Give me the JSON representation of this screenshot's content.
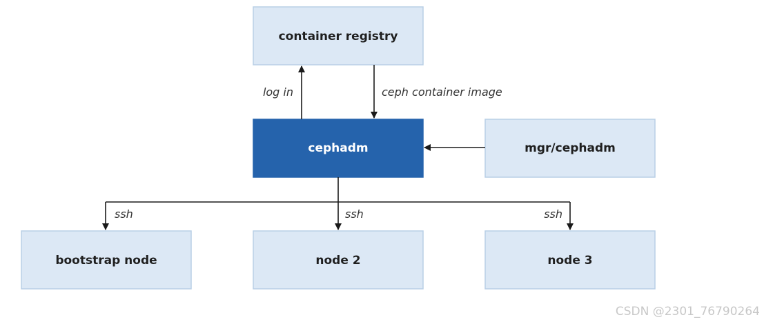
{
  "nodes": {
    "registry": {
      "label": "container registry"
    },
    "cephadm": {
      "label": "cephadm"
    },
    "mgr": {
      "label": "mgr/cephadm"
    },
    "bootstrap": {
      "label": "bootstrap node"
    },
    "node2": {
      "label": "node 2"
    },
    "node3": {
      "label": "node 3"
    }
  },
  "edges": {
    "login": "log in",
    "image": "ceph container image",
    "ssh_bootstrap": "ssh",
    "ssh_node2": "ssh",
    "ssh_node3": "ssh"
  },
  "colors": {
    "light_box_fill": "#dce8f5",
    "dark_box_fill": "#2563ac",
    "arrow": "#1a1a1a"
  },
  "watermark": "CSDN @2301_76790264"
}
